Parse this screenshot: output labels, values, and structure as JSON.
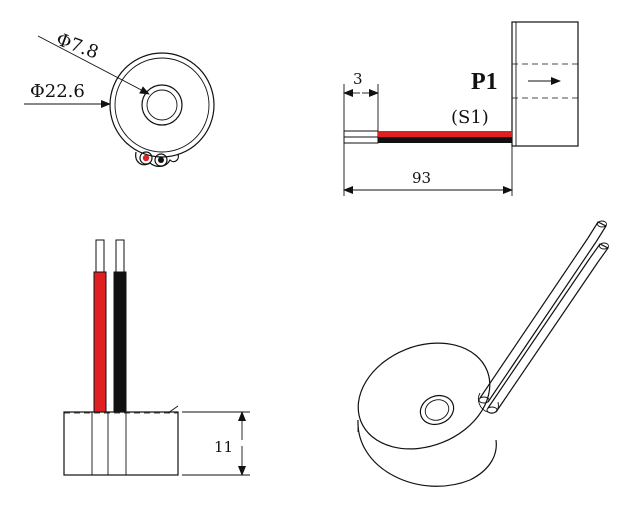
{
  "views": {
    "top": {
      "inner_diameter": "Φ7.8",
      "outer_diameter": "Φ22.6"
    },
    "side": {
      "strip_length": "3",
      "primary_label": "P1",
      "lead_label": "(S1)",
      "total_length": "93"
    },
    "front": {
      "height": "11"
    }
  },
  "colors": {
    "red_wire": "#e02020",
    "black_wire": "#111111",
    "line": "#111111",
    "background": "#ffffff"
  }
}
